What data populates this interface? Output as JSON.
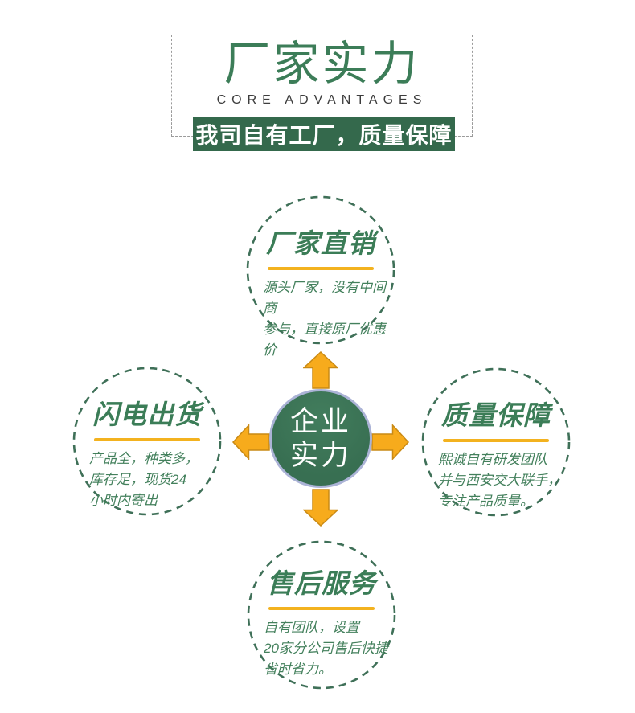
{
  "header": {
    "title": "厂家实力",
    "subtitle": "CORE ADVANTAGES",
    "banner": "我司自有工厂，质量保障"
  },
  "center": {
    "label": "企业\n实力"
  },
  "features": {
    "top": {
      "title": "厂家直销",
      "body": "源头厂家，没有中间商\n参与，直接原厂优惠价"
    },
    "left": {
      "title": "闪电出货",
      "body": "产品全，种类多，\n库存足，现货24\n小时内寄出"
    },
    "right": {
      "title": "质量保障",
      "body": "熙诚自有研发团队\n并与西安交大联手，\n专注产品质量。"
    },
    "bottom": {
      "title": "售后服务",
      "body": "自有团队，设置\n20家分公司售后快捷\n省时省力。"
    }
  },
  "colors": {
    "title_green": "#3c7d58",
    "banner_green": "#34694c",
    "dash_ring_green": "#3f7058",
    "body_text_green": "#43805c",
    "center_fill_green": "#386f52",
    "center_border_lavender": "#abb3d6",
    "underline_gold": "#f3b21f",
    "arrow_fill": "#f7ab1c",
    "arrow_outline": "#c98a15",
    "subtitle_gray": "#3d3d3d"
  }
}
